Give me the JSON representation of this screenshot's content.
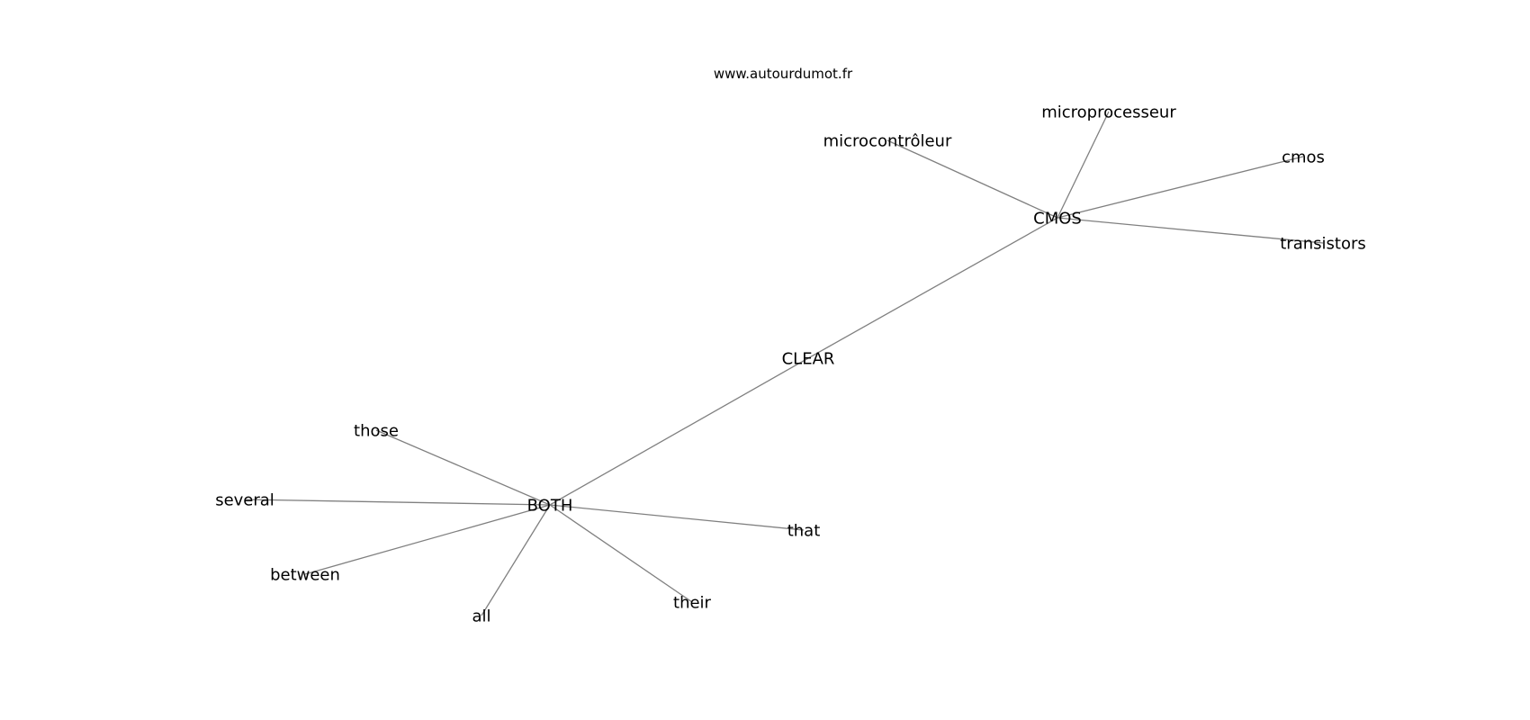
{
  "watermark": "www.autourdumot.fr",
  "colors": {
    "edge": "#808080",
    "text": "#000000",
    "background": "#ffffff"
  },
  "nodes": [
    {
      "id": "CMOS",
      "label": "CMOS"
    },
    {
      "id": "microprocesseur",
      "label": "microprocesseur"
    },
    {
      "id": "microcontroleur",
      "label": "microcontrôleur"
    },
    {
      "id": "cmos",
      "label": "cmos"
    },
    {
      "id": "transistors",
      "label": "transistors"
    },
    {
      "id": "CLEAR",
      "label": "CLEAR"
    },
    {
      "id": "BOTH",
      "label": "BOTH"
    },
    {
      "id": "those",
      "label": "those"
    },
    {
      "id": "several",
      "label": "several"
    },
    {
      "id": "between",
      "label": "between"
    },
    {
      "id": "all",
      "label": "all"
    },
    {
      "id": "their",
      "label": "their"
    },
    {
      "id": "that",
      "label": "that"
    }
  ],
  "edges": [
    [
      "CMOS",
      "microcontroleur"
    ],
    [
      "CMOS",
      "microprocesseur"
    ],
    [
      "CMOS",
      "cmos"
    ],
    [
      "CMOS",
      "transistors"
    ],
    [
      "CMOS",
      "CLEAR"
    ],
    [
      "CLEAR",
      "BOTH"
    ],
    [
      "BOTH",
      "those"
    ],
    [
      "BOTH",
      "several"
    ],
    [
      "BOTH",
      "between"
    ],
    [
      "BOTH",
      "all"
    ],
    [
      "BOTH",
      "their"
    ],
    [
      "BOTH",
      "that"
    ]
  ]
}
